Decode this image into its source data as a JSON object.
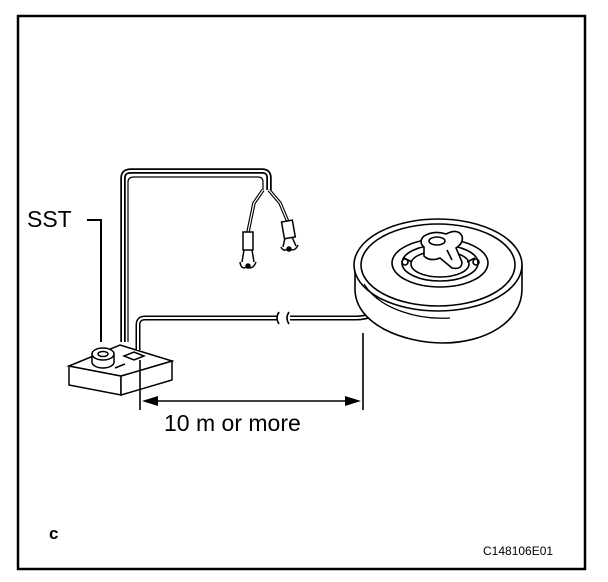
{
  "labels": {
    "sst": "SST",
    "distance": "10 m or more",
    "corner_letter": "c",
    "figure_code": "C148106E01"
  }
}
